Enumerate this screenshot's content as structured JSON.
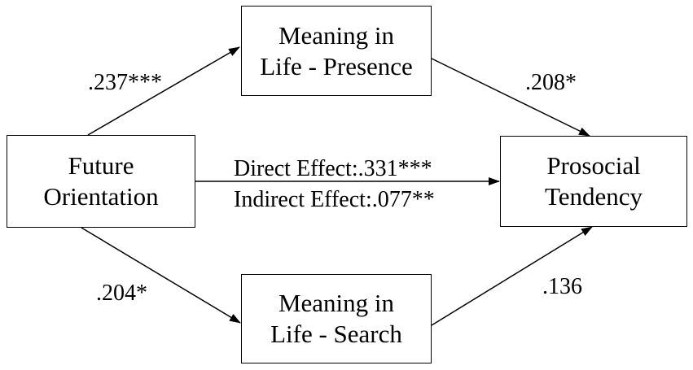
{
  "nodes": {
    "future_orientation": [
      "Future",
      "Orientation"
    ],
    "presence": [
      "Meaning in",
      "Life - Presence"
    ],
    "search": [
      "Meaning in",
      "Life - Search"
    ],
    "prosocial": [
      "Prosocial",
      "Tendency"
    ]
  },
  "paths": {
    "fo_to_presence": ".237***",
    "presence_to_prosocial": ".208*",
    "fo_to_search": ".204*",
    "search_to_prosocial": ".136",
    "direct_effect": "Direct Effect:.331***",
    "indirect_effect": "Indirect Effect:.077**"
  }
}
